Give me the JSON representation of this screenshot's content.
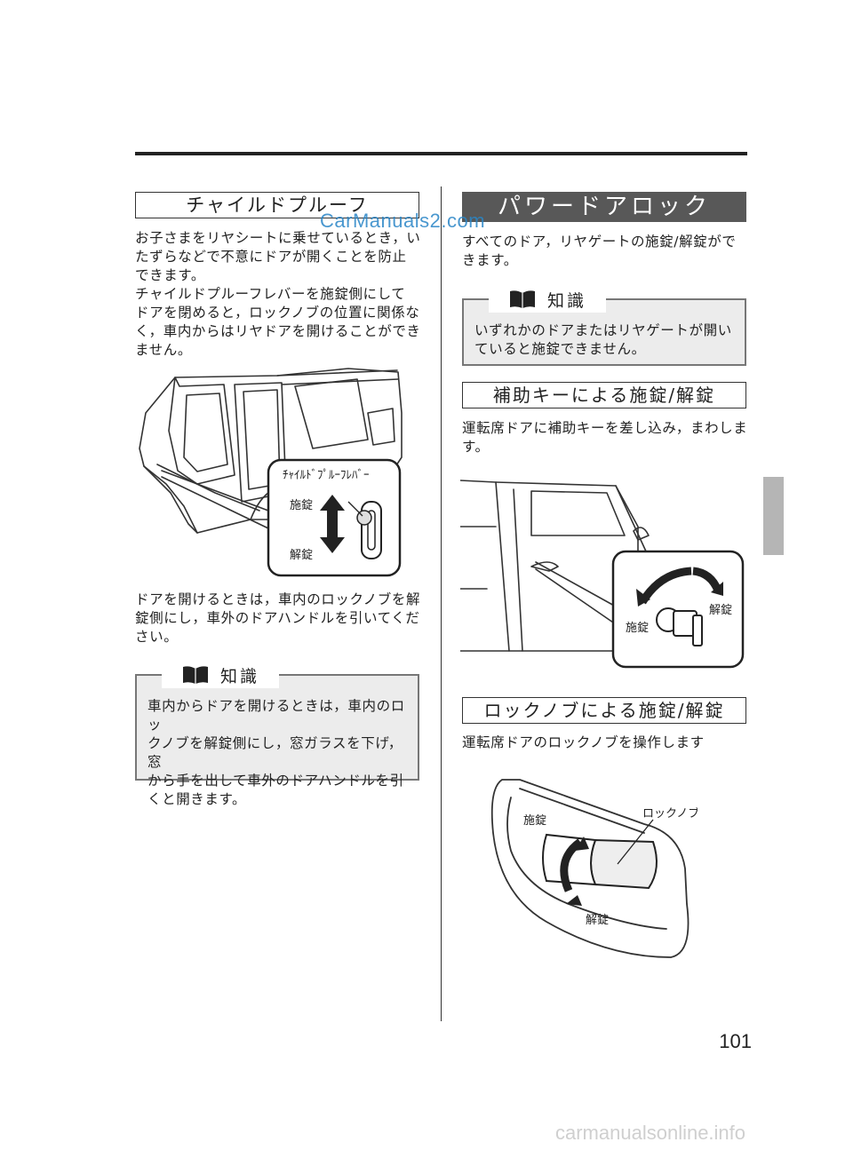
{
  "left": {
    "heading": "チャイルドプルーフ",
    "intro": "お子さまをリヤシートに乗せているとき，い\nたずらなどで不意にドアが開くことを防止\nできます。\nチャイルドプルーフレバーを施錠側にして\nドアを閉めると，ロックノブの位置に関係な\nく，車内からはリヤドアを開けることができ\nません。",
    "figure": {
      "lever_label": "ﾁｬｲﾙﾄﾞﾌﾟﾙｰﾌﾚﾊﾞｰ",
      "lock_label": "施錠",
      "unlock_label": "解錠"
    },
    "after_figure": "ドアを開けるときは，車内のロックノブを解\n錠側にし，車外のドアハンドルを引いてくだ\nさい。",
    "note": {
      "title": "知識",
      "text": "車内からドアを開けるときは，車内のロッ\nクノブを解錠側にし，窓ガラスを下げ，窓\nから手を出して車外のドアハンドルを引\nくと開きます。"
    }
  },
  "right": {
    "heading": "パワードアロック",
    "intro": "すべてのドア，リヤゲートの施錠/解錠がで\nきます。",
    "note": {
      "title": "知識",
      "text": "いずれかのドアまたはリヤゲートが開い\nていると施錠できません。"
    },
    "subheading1": "補助キーによる施錠/解錠",
    "sub1_text": "運転席ドアに補助キーを差し込み，まわしま\nす。",
    "figure1": {
      "lock_label": "施錠",
      "unlock_label": "解錠"
    },
    "subheading2": "ロックノブによる施錠/解錠",
    "sub2_text": "運転席ドアのロックノブを操作します",
    "figure2": {
      "lock_label": "施錠",
      "knob_label": "ロックノブ",
      "unlock_label": "解錠"
    }
  },
  "page_number": "101",
  "watermarks": {
    "top": "CarManuals2.com",
    "bottom": "carmanualsonline.info"
  }
}
